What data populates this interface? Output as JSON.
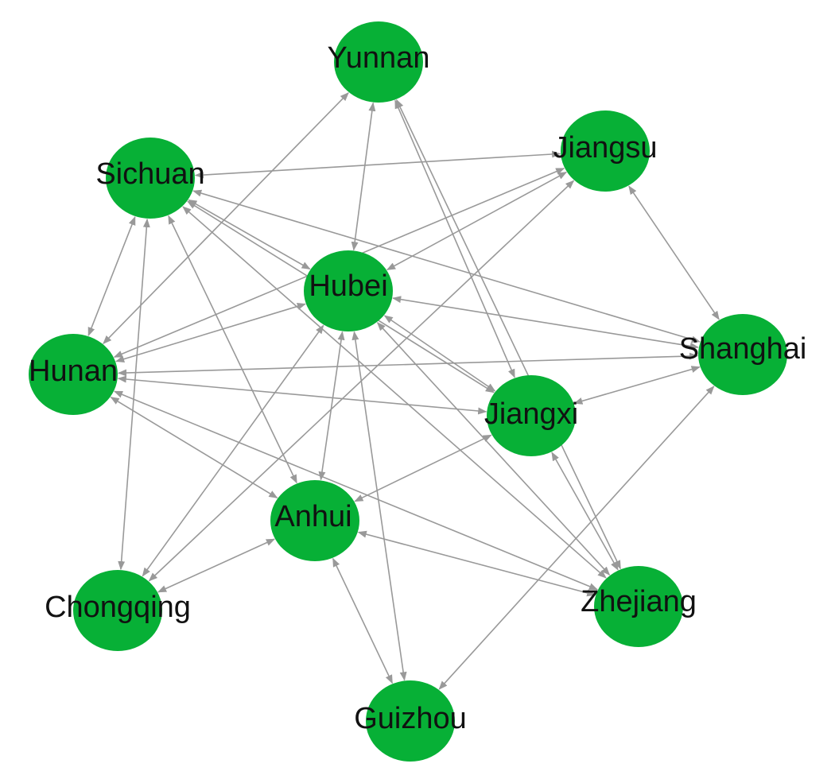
{
  "colors": {
    "node": "#07b036",
    "edge": "#999999",
    "label": "#111111"
  },
  "nodes": [
    {
      "id": "yunnan",
      "label": "Yunnan"
    },
    {
      "id": "jiangsu",
      "label": "Jiangsu"
    },
    {
      "id": "sichuan",
      "label": "Sichuan"
    },
    {
      "id": "hubei",
      "label": "Hubei"
    },
    {
      "id": "shanghai",
      "label": "Shanghai"
    },
    {
      "id": "hunan",
      "label": "Hunan"
    },
    {
      "id": "jiangxi",
      "label": "Jiangxi"
    },
    {
      "id": "anhui",
      "label": "Anhui"
    },
    {
      "id": "chongqing",
      "label": "Chongqing"
    },
    {
      "id": "zhejiang",
      "label": "Zhejiang"
    },
    {
      "id": "guizhou",
      "label": "Guizhou"
    }
  ],
  "edges": [
    {
      "from": "sichuan",
      "to": "jiangsu",
      "directed": "both"
    },
    {
      "from": "sichuan",
      "to": "hunan",
      "directed": "both"
    },
    {
      "from": "sichuan",
      "to": "chongqing",
      "directed": "both"
    },
    {
      "from": "sichuan",
      "to": "hubei",
      "directed": "both"
    },
    {
      "from": "sichuan",
      "to": "anhui",
      "directed": "both"
    },
    {
      "from": "sichuan",
      "to": "zhejiang",
      "directed": "both"
    },
    {
      "from": "sichuan",
      "to": "shanghai",
      "directed": "both"
    },
    {
      "from": "sichuan",
      "to": "jiangxi",
      "directed": "both"
    },
    {
      "from": "hunan",
      "to": "yunnan",
      "directed": "both"
    },
    {
      "from": "hunan",
      "to": "jiangsu",
      "directed": "both"
    },
    {
      "from": "hunan",
      "to": "shanghai",
      "directed": "both"
    },
    {
      "from": "hunan",
      "to": "jiangxi",
      "directed": "both"
    },
    {
      "from": "hunan",
      "to": "anhui",
      "directed": "both"
    },
    {
      "from": "hunan",
      "to": "zhejiang",
      "directed": "both"
    },
    {
      "from": "hunan",
      "to": "hubei",
      "directed": "both"
    },
    {
      "from": "hubei",
      "to": "yunnan",
      "directed": "both"
    },
    {
      "from": "hubei",
      "to": "jiangsu",
      "directed": "both"
    },
    {
      "from": "hubei",
      "to": "shanghai",
      "directed": "both"
    },
    {
      "from": "hubei",
      "to": "jiangxi",
      "directed": "both"
    },
    {
      "from": "hubei",
      "to": "anhui",
      "directed": "both"
    },
    {
      "from": "hubei",
      "to": "zhejiang",
      "directed": "both"
    },
    {
      "from": "hubei",
      "to": "guizhou",
      "directed": "both"
    },
    {
      "from": "hubei",
      "to": "chongqing",
      "directed": "both"
    },
    {
      "from": "yunnan",
      "to": "jiangxi",
      "directed": "both"
    },
    {
      "from": "yunnan",
      "to": "zhejiang",
      "directed": "both"
    },
    {
      "from": "jiangsu",
      "to": "shanghai",
      "directed": "both"
    },
    {
      "from": "jiangsu",
      "to": "chongqing",
      "directed": "both"
    },
    {
      "from": "jiangxi",
      "to": "shanghai",
      "directed": "both"
    },
    {
      "from": "jiangxi",
      "to": "anhui",
      "directed": "both"
    },
    {
      "from": "jiangxi",
      "to": "zhejiang",
      "directed": "both"
    },
    {
      "from": "anhui",
      "to": "chongqing",
      "directed": "both"
    },
    {
      "from": "anhui",
      "to": "guizhou",
      "directed": "both"
    },
    {
      "from": "anhui",
      "to": "zhejiang",
      "directed": "both"
    },
    {
      "from": "shanghai",
      "to": "guizhou",
      "directed": "both"
    }
  ]
}
